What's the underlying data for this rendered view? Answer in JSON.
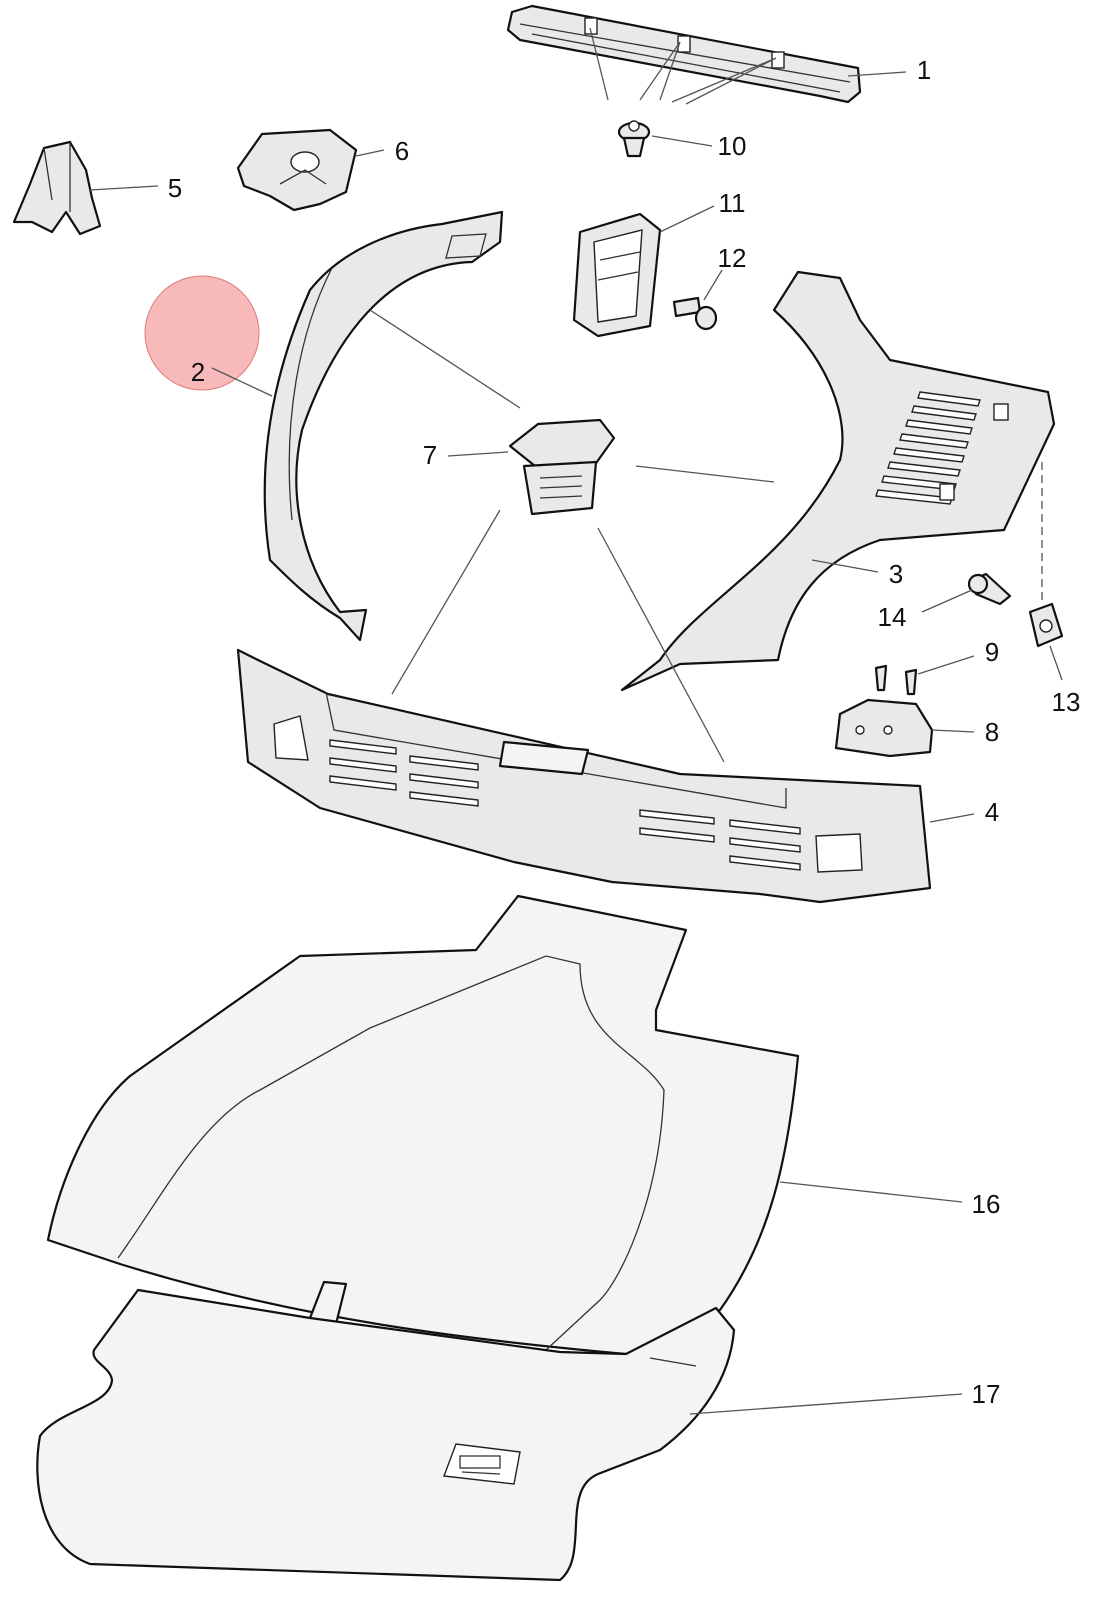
{
  "callouts": [
    {
      "id": "1",
      "label": "1"
    },
    {
      "id": "2",
      "label": "2"
    },
    {
      "id": "3",
      "label": "3"
    },
    {
      "id": "4",
      "label": "4"
    },
    {
      "id": "5",
      "label": "5"
    },
    {
      "id": "6",
      "label": "6"
    },
    {
      "id": "7",
      "label": "7"
    },
    {
      "id": "8",
      "label": "8"
    },
    {
      "id": "9",
      "label": "9"
    },
    {
      "id": "10",
      "label": "10"
    },
    {
      "id": "11",
      "label": "11"
    },
    {
      "id": "12",
      "label": "12"
    },
    {
      "id": "13",
      "label": "13"
    },
    {
      "id": "14",
      "label": "14"
    },
    {
      "id": "16",
      "label": "16"
    },
    {
      "id": "17",
      "label": "17"
    }
  ],
  "highlighted_callout": "2",
  "colors": {
    "highlight": "#f28b8b",
    "part_fill": "#e9e9e9",
    "outline": "#111111"
  }
}
